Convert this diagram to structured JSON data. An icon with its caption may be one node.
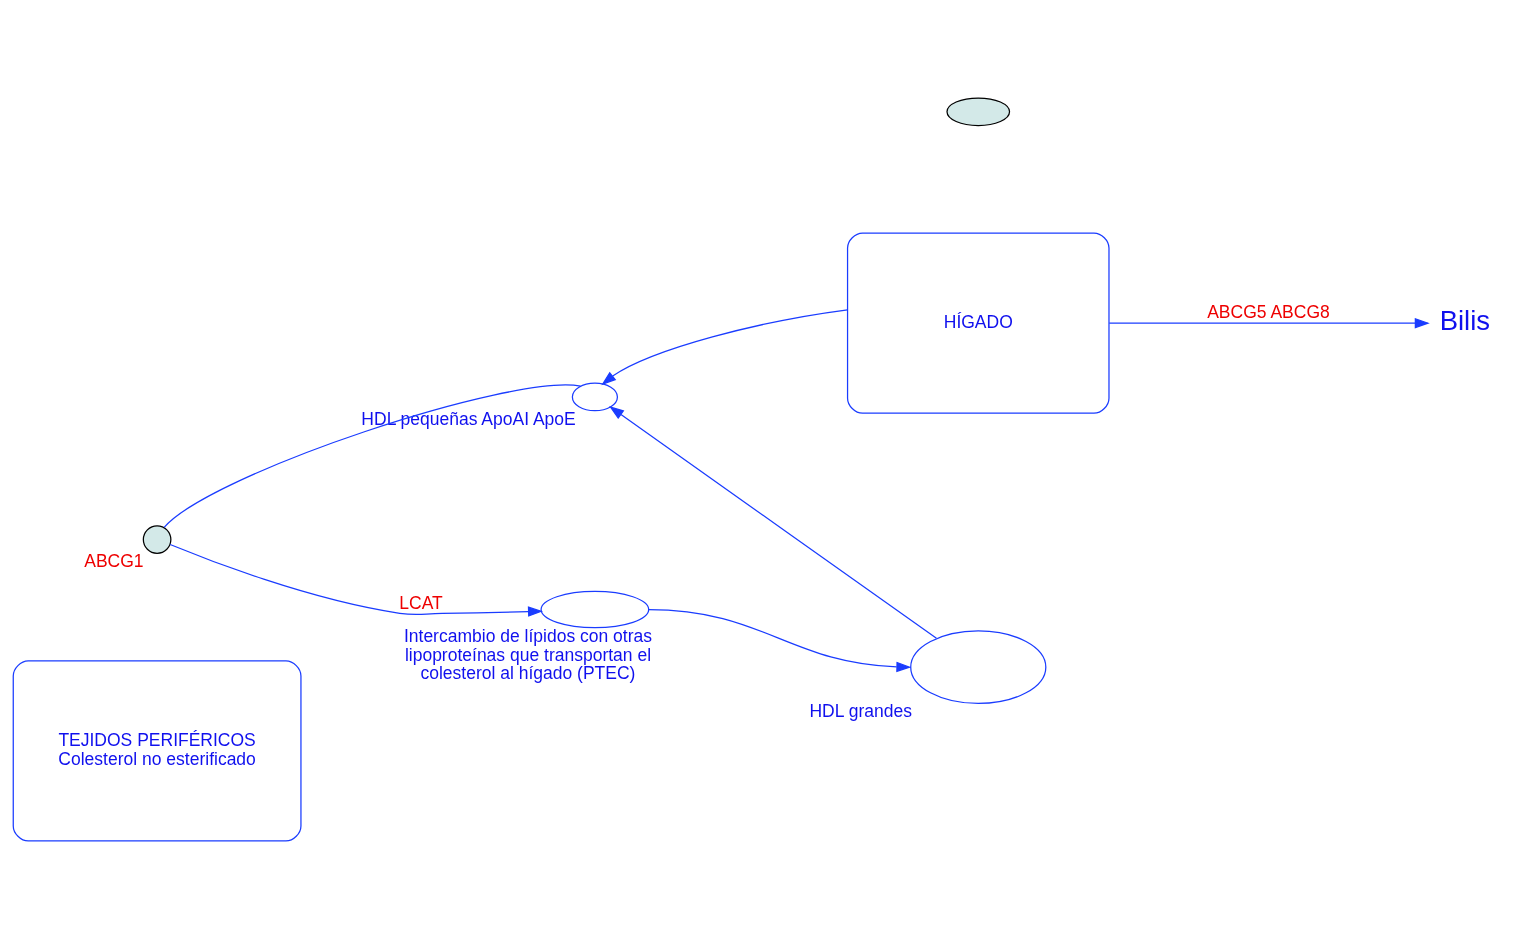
{
  "diagram": {
    "nodes": [
      {
        "text": [
          "TEJIDOS PERIFÉRICOS",
          "Colesterol no esterificado"
        ]
      },
      {
        "text": [],
        "shape": "circle",
        "beside": [
          "ABCG1"
        ]
      },
      {
        "text": [],
        "shape": "circle",
        "beside": [
          "HDL pequeñas ApoAI ApoE"
        ]
      },
      {
        "text": [],
        "shape": "circle",
        "beside": [
          "Intercambio de lípidos con otras lipoproteínas que transportan el colesterol al hígado (PTEC)"
        ]
      },
      {
        "text": [],
        "shape": "circle",
        "beside": [
          "HDL grandes"
        ]
      },
      {
        "text": [
          "HÍGADO"
        ]
      },
      {
        "text": [],
        "shape": "circle"
      },
      {
        "text": [
          "Bilis"
        ]
      }
    ],
    "edges": [
      {
        "from": 2,
        "to": 1,
        "arrow": "none"
      },
      {
        "from": 1,
        "to": 3,
        "arrow": "to",
        "label": "LCAT"
      },
      {
        "from": 3,
        "to": 4,
        "arrow": "to"
      },
      {
        "from": 4,
        "to": 2,
        "arrow": "to"
      },
      {
        "from": 5,
        "to": 2,
        "arrow": "to"
      },
      {
        "from": 5,
        "to": 7,
        "arrow": "to",
        "label": "ABCG5 ABCG8"
      }
    ]
  }
}
